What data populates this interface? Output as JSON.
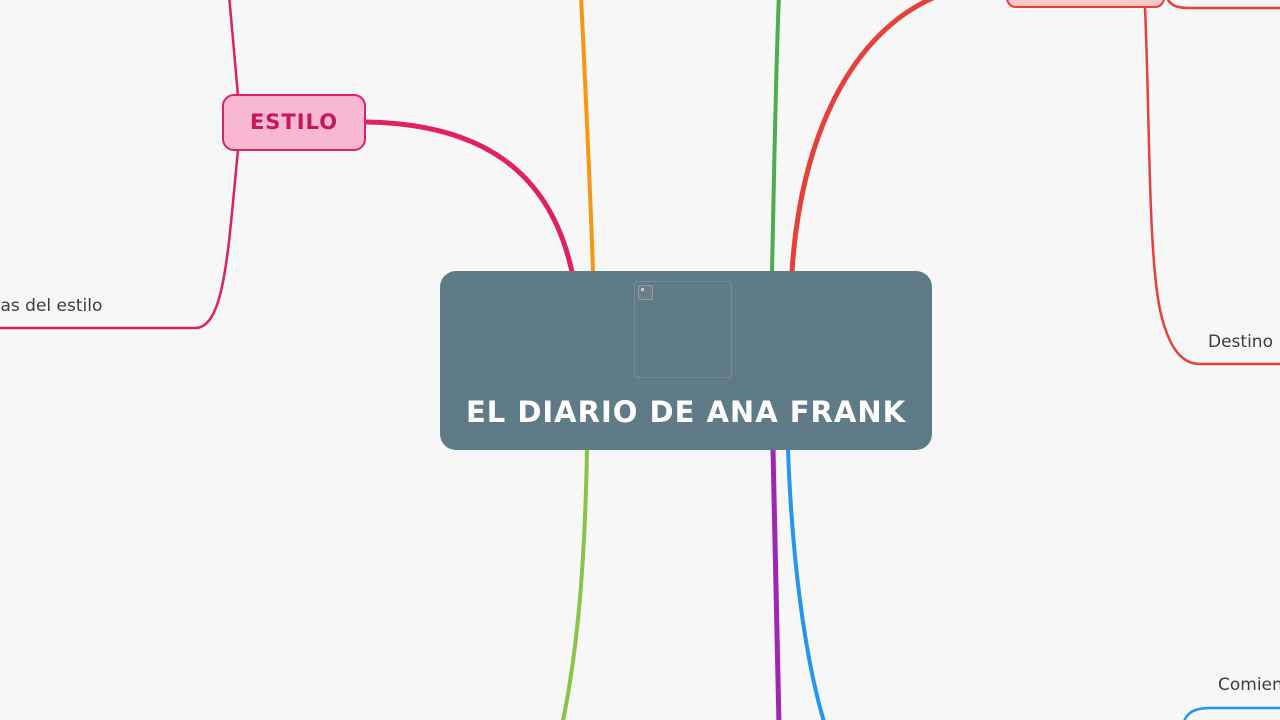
{
  "central_topic": {
    "title": "EL DIARIO DE ANA FRANK",
    "image_icon": "broken-image-icon",
    "color": "#607b88"
  },
  "topics": {
    "estilo": {
      "label": "ESTILO",
      "color": "#e01f64",
      "fill": "#f9b8d1"
    },
    "partial_red_topic": {
      "label": "",
      "color": "#e5413a",
      "fill": "#fbc9c8"
    }
  },
  "subtopics": {
    "caracteristicas": "Características del estilo",
    "destino": "Destino",
    "comien": "Comien"
  },
  "branch_colors": {
    "pink": "#e01f64",
    "orange": "#f7960f",
    "green": "#4cae4f",
    "red": "#e5413a",
    "lime": "#8bc34a",
    "purple": "#9c27b0",
    "blue": "#2196f3"
  }
}
